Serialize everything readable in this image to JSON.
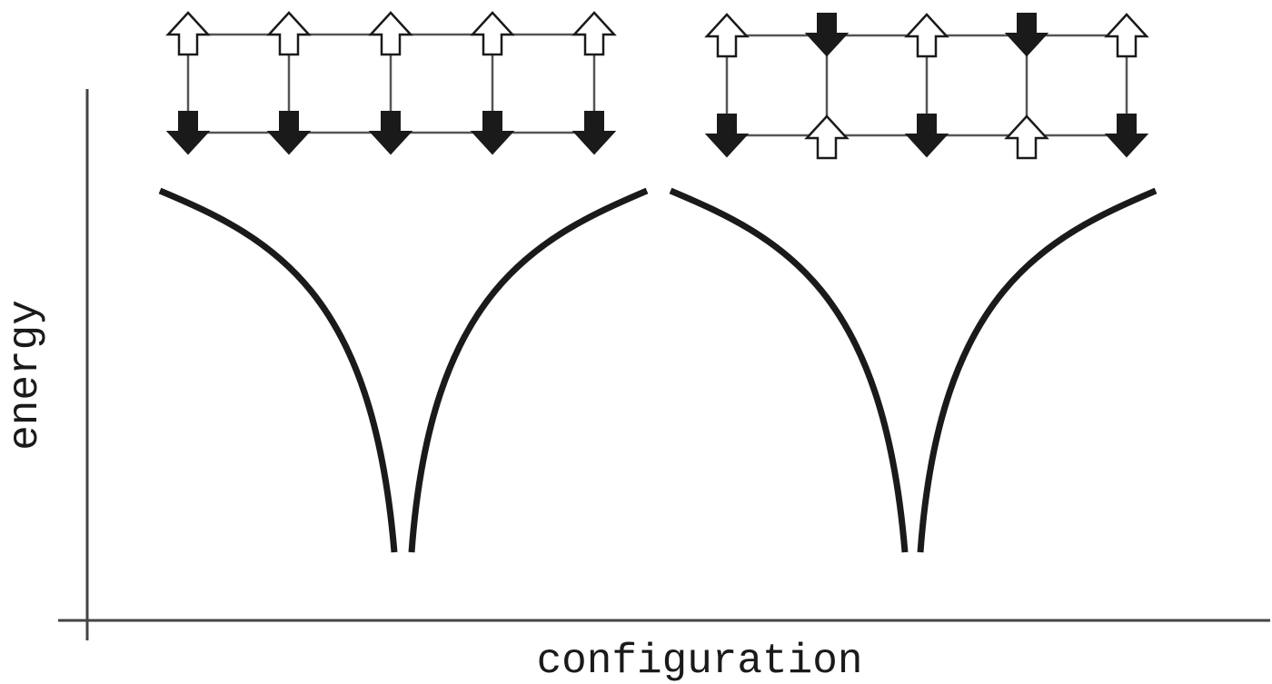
{
  "axes": {
    "x_label": "configuration",
    "y_label": "energy"
  },
  "colors": {
    "curve": "#1a1a1a",
    "axis": "#444444",
    "lattice_line": "#555555",
    "spin_up_fill": "#ffffff",
    "spin_down_fill": "#1a1a1a"
  },
  "configurations": [
    {
      "name": "left",
      "description": "ladder with all top spins up, all bottom spins down",
      "top_row": [
        "up",
        "up",
        "up",
        "up",
        "up"
      ],
      "bottom_row": [
        "down",
        "down",
        "down",
        "down",
        "down"
      ]
    },
    {
      "name": "right",
      "description": "ladder with alternating (staggered) spins",
      "top_row": [
        "up",
        "down",
        "up",
        "down",
        "up"
      ],
      "bottom_row": [
        "down",
        "up",
        "down",
        "up",
        "down"
      ]
    }
  ],
  "wells": [
    {
      "name": "left-well",
      "minimum_x": 442
    },
    {
      "name": "right-well",
      "minimum_x": 1003
    }
  ]
}
